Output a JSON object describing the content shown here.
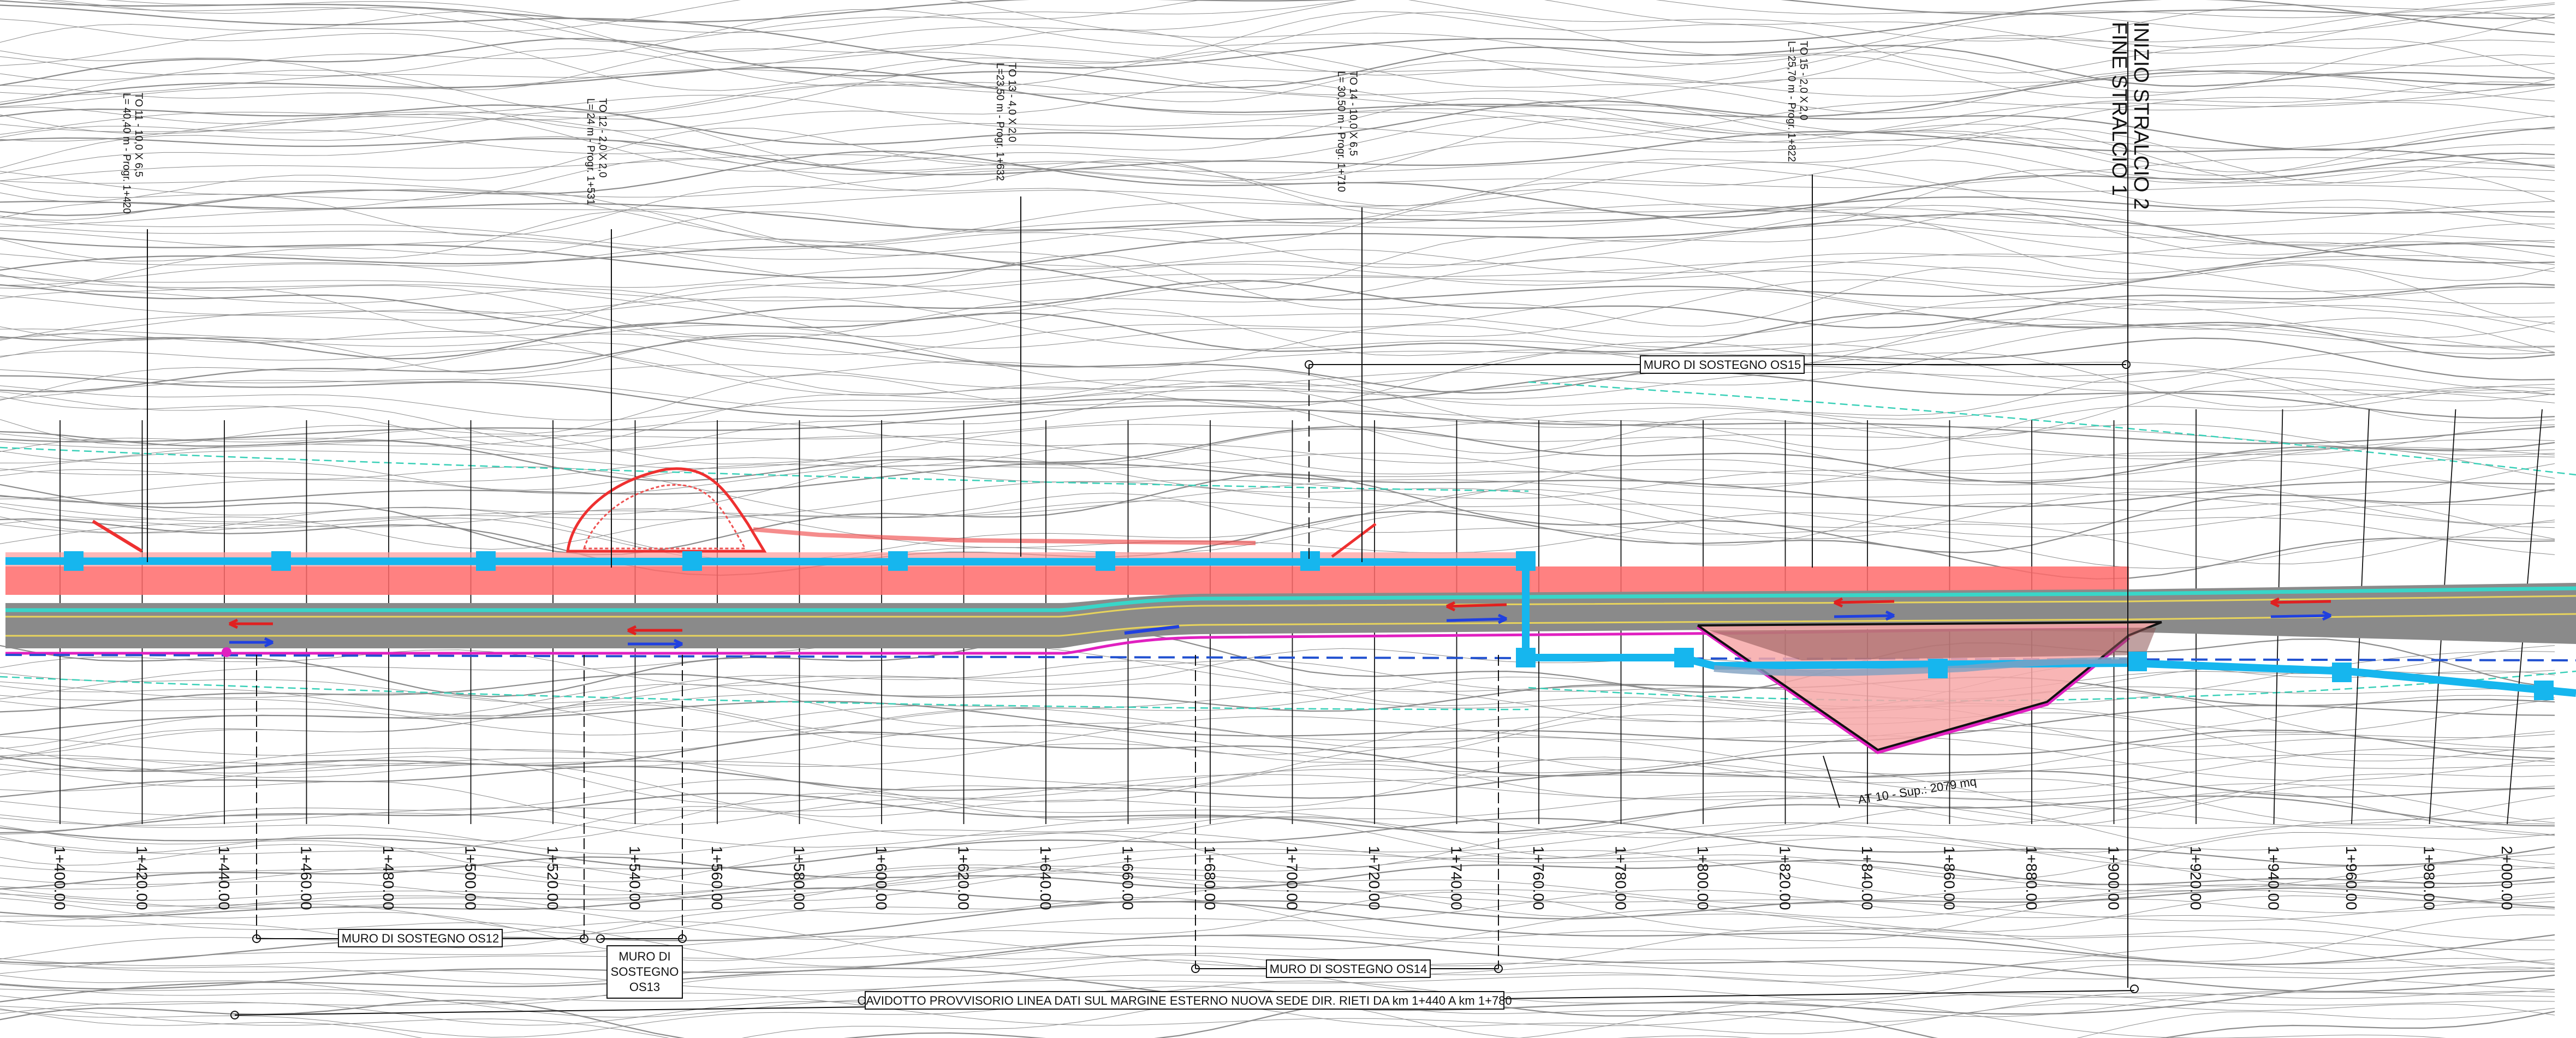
{
  "chainages": [
    "1+400.00",
    "1+420.00",
    "1+440.00",
    "1+460.00",
    "1+480.00",
    "1+500.00",
    "1+520.00",
    "1+540.00",
    "1+560.00",
    "1+580.00",
    "1+600.00",
    "1+620.00",
    "1+640.00",
    "1+660.00",
    "1+680.00",
    "1+700.00",
    "1+720.00",
    "1+740.00",
    "1+760.00",
    "1+780.00",
    "1+800.00",
    "1+820.00",
    "1+840.00",
    "1+860.00",
    "1+880.00",
    "1+900.00",
    "1+920.00",
    "1+940.00",
    "1+960.00",
    "1+980.00",
    "2+000.00"
  ],
  "culverts": [
    {
      "code": "TO 11 - 10,0 X 6,5",
      "detail": "L= 40,40 m - Progr. 1+420"
    },
    {
      "code": "TO 12 - 2,0 X 2,0",
      "detail": "L= 24 m - Progr. 1+531"
    },
    {
      "code": "TO 13 - 4,0 X 2,0",
      "detail": "L=23,50 m - Progr. 1+632"
    },
    {
      "code": "TO 14 - 10,0 X 6,5",
      "detail": "L= 30,50 m - Progr. 1+710"
    },
    {
      "code": "TO 15 - 2,0 X 2,0",
      "detail": "L= 25,70 m - Progr. 1+822"
    }
  ],
  "section_marks": {
    "start": "INIZIO STRALCIO 2",
    "end": "FINE STRALCIO 1"
  },
  "walls": {
    "os12": "MURO DI SOSTEGNO OS12",
    "os13_line1": "MURO DI",
    "os13_line2": "SOSTEGNO",
    "os13_line3": "OS13",
    "os14": "MURO DI SOSTEGNO OS14",
    "os15": "MURO DI SOSTEGNO OS15"
  },
  "conduit_note": "CAVIDOTTO PROVVISORIO LINEA DATI SUL MARGINE ESTERNO NUOVA SEDE DIR. RIETI DA km 1+440 A km 1+780",
  "area_label": "AT 10 - Sup.: 2079 mq",
  "colors": {
    "road": "#8a8a8a",
    "red_zone": "#ff6b6b",
    "cyan_line": "#16b6ee",
    "teal_line": "#38d6c8",
    "magenta": "#e020c0",
    "pink_area": "#f7a8a8",
    "contour": "#8c8c8c"
  }
}
